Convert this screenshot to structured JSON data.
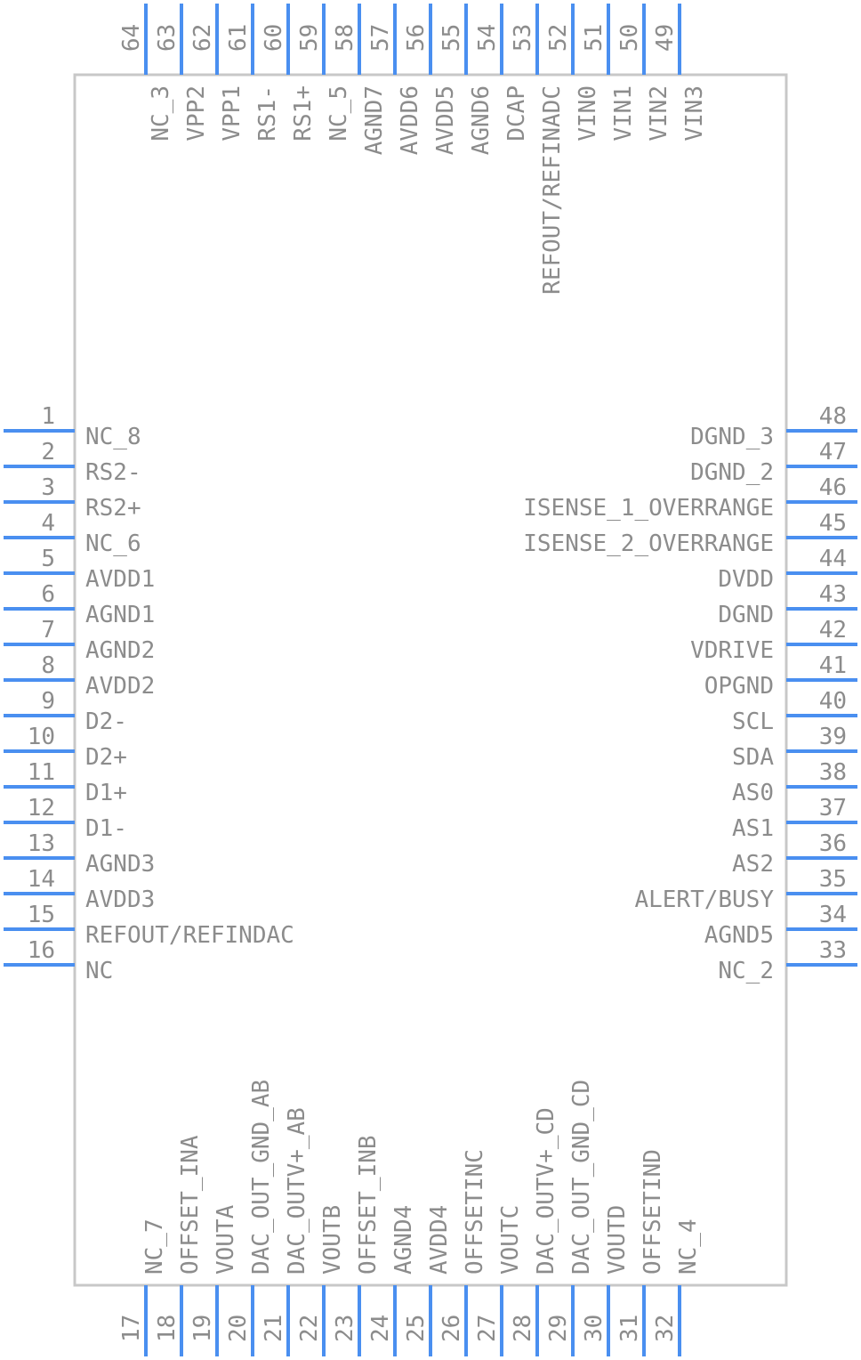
{
  "left_pins": [
    {
      "num": "1",
      "name": "NC_8"
    },
    {
      "num": "2",
      "name": "RS2-"
    },
    {
      "num": "3",
      "name": "RS2+"
    },
    {
      "num": "4",
      "name": "NC_6"
    },
    {
      "num": "5",
      "name": "AVDD1"
    },
    {
      "num": "6",
      "name": "AGND1"
    },
    {
      "num": "7",
      "name": "AGND2"
    },
    {
      "num": "8",
      "name": "AVDD2"
    },
    {
      "num": "9",
      "name": "D2-"
    },
    {
      "num": "10",
      "name": "D2+"
    },
    {
      "num": "11",
      "name": "D1+"
    },
    {
      "num": "12",
      "name": "D1-"
    },
    {
      "num": "13",
      "name": "AGND3"
    },
    {
      "num": "14",
      "name": "AVDD3"
    },
    {
      "num": "15",
      "name": "REFOUT/REFINDAC"
    },
    {
      "num": "16",
      "name": "NC"
    }
  ],
  "right_pins": [
    {
      "num": "48",
      "name": "DGND_3"
    },
    {
      "num": "47",
      "name": "DGND_2"
    },
    {
      "num": "46",
      "name": "ISENSE_1_OVERRANGE"
    },
    {
      "num": "45",
      "name": "ISENSE_2_OVERRANGE"
    },
    {
      "num": "44",
      "name": "DVDD"
    },
    {
      "num": "43",
      "name": "DGND"
    },
    {
      "num": "42",
      "name": "VDRIVE"
    },
    {
      "num": "41",
      "name": "OPGND"
    },
    {
      "num": "40",
      "name": "SCL"
    },
    {
      "num": "39",
      "name": "SDA"
    },
    {
      "num": "38",
      "name": "AS0"
    },
    {
      "num": "37",
      "name": "AS1"
    },
    {
      "num": "36",
      "name": "AS2"
    },
    {
      "num": "35",
      "name": "ALERT/BUSY"
    },
    {
      "num": "34",
      "name": "AGND5"
    },
    {
      "num": "33",
      "name": "NC_2"
    }
  ],
  "top_pins": [
    {
      "num": "64",
      "name": ""
    },
    {
      "num": "63",
      "name": "NC_3"
    },
    {
      "num": "62",
      "name": "VPP2"
    },
    {
      "num": "61",
      "name": "VPP1"
    },
    {
      "num": "60",
      "name": "RS1-"
    },
    {
      "num": "59",
      "name": "RS1+"
    },
    {
      "num": "58",
      "name": "NC_5"
    },
    {
      "num": "57",
      "name": "AGND7"
    },
    {
      "num": "56",
      "name": "AVDD6"
    },
    {
      "num": "55",
      "name": "AVDD5"
    },
    {
      "num": "54",
      "name": "AGND6"
    },
    {
      "num": "53",
      "name": "DCAP"
    },
    {
      "num": "52",
      "name": "REFOUT/REFINADC"
    },
    {
      "num": "51",
      "name": "VIN0"
    },
    {
      "num": "50",
      "name": "VIN1"
    },
    {
      "num": "49",
      "name": "VIN2"
    },
    {
      "num": "",
      "name": "VIN3"
    }
  ],
  "bottom_pins": [
    {
      "num": "17",
      "name": "NC_7"
    },
    {
      "num": "18",
      "name": "OFFSET_INA"
    },
    {
      "num": "19",
      "name": "VOUTA"
    },
    {
      "num": "20",
      "name": "DAC_OUT_GND_AB"
    },
    {
      "num": "21",
      "name": "DAC_OUTV+_AB"
    },
    {
      "num": "22",
      "name": "VOUTB"
    },
    {
      "num": "23",
      "name": "OFFSET_INB"
    },
    {
      "num": "24",
      "name": "AGND4"
    },
    {
      "num": "25",
      "name": "AVDD4"
    },
    {
      "num": "26",
      "name": "OFFSETINC"
    },
    {
      "num": "27",
      "name": "VOUTC"
    },
    {
      "num": "28",
      "name": "DAC_OUTV+_CD"
    },
    {
      "num": "29",
      "name": "DAC_OUT_GND_CD"
    },
    {
      "num": "30",
      "name": "VOUTD"
    },
    {
      "num": "31",
      "name": "OFFSETIND"
    },
    {
      "num": "32",
      "name": "NC_4"
    }
  ]
}
